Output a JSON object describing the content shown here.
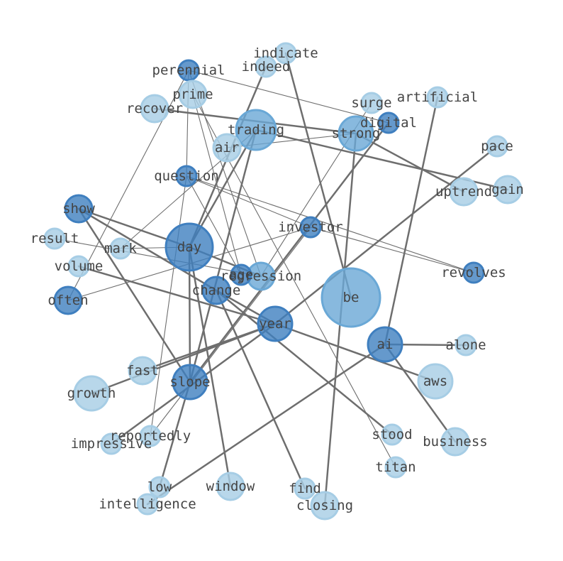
{
  "graph": {
    "colors": {
      "light": "#a6cde5",
      "mid": "#6aa8d6",
      "dark": "#3f7fbf",
      "edge": "#6e6e6e",
      "label": "#444444"
    },
    "nodes": [
      {
        "id": "indicate",
        "label": "indicate",
        "level": "light",
        "weight": 1
      },
      {
        "id": "indeed",
        "label": "indeed",
        "level": "light",
        "weight": 1
      },
      {
        "id": "perennial",
        "label": "perennial",
        "level": "dark",
        "weight": 1
      },
      {
        "id": "prime",
        "label": "prime",
        "level": "light",
        "weight": 2
      },
      {
        "id": "recover",
        "label": "recover",
        "level": "light",
        "weight": 2
      },
      {
        "id": "surge",
        "label": "surge",
        "level": "light",
        "weight": 1
      },
      {
        "id": "artificial",
        "label": "artificial",
        "level": "light",
        "weight": 1
      },
      {
        "id": "digital",
        "label": "digital",
        "level": "dark",
        "weight": 1
      },
      {
        "id": "trading",
        "label": "trading",
        "level": "mid",
        "weight": 4
      },
      {
        "id": "strong",
        "label": "strong",
        "level": "mid",
        "weight": 3
      },
      {
        "id": "air",
        "label": "air",
        "level": "light",
        "weight": 2
      },
      {
        "id": "pace",
        "label": "pace",
        "level": "light",
        "weight": 1
      },
      {
        "id": "question",
        "label": "question",
        "level": "dark",
        "weight": 1
      },
      {
        "id": "uptrend",
        "label": "uptrend",
        "level": "light",
        "weight": 2
      },
      {
        "id": "gain",
        "label": "gain",
        "level": "light",
        "weight": 2
      },
      {
        "id": "show",
        "label": "show",
        "level": "dark",
        "weight": 2
      },
      {
        "id": "investor",
        "label": "investor",
        "level": "dark",
        "weight": 1
      },
      {
        "id": "result",
        "label": "result",
        "level": "light",
        "weight": 1
      },
      {
        "id": "mark",
        "label": "mark",
        "level": "light",
        "weight": 1
      },
      {
        "id": "day",
        "label": "day",
        "level": "dark",
        "weight": 6
      },
      {
        "id": "regression",
        "label": "regression",
        "level": "mid",
        "weight": 2
      },
      {
        "id": "age",
        "label": "age",
        "level": "dark",
        "weight": 1
      },
      {
        "id": "revolves",
        "label": "revolves",
        "level": "dark",
        "weight": 1
      },
      {
        "id": "volume",
        "label": "volume",
        "level": "light",
        "weight": 1
      },
      {
        "id": "change",
        "label": "change",
        "level": "dark",
        "weight": 2
      },
      {
        "id": "be",
        "label": "be",
        "level": "mid",
        "weight": 7
      },
      {
        "id": "often",
        "label": "often",
        "level": "dark",
        "weight": 2
      },
      {
        "id": "year",
        "label": "year",
        "level": "dark",
        "weight": 3
      },
      {
        "id": "ai",
        "label": "ai",
        "level": "dark",
        "weight": 3
      },
      {
        "id": "alone",
        "label": "alone",
        "level": "light",
        "weight": 1
      },
      {
        "id": "fast",
        "label": "fast",
        "level": "light",
        "weight": 2
      },
      {
        "id": "aws",
        "label": "aws",
        "level": "light",
        "weight": 3
      },
      {
        "id": "growth",
        "label": "growth",
        "level": "light",
        "weight": 3
      },
      {
        "id": "slope",
        "label": "slope",
        "level": "dark",
        "weight": 3
      },
      {
        "id": "reportedly",
        "label": "reportedly",
        "level": "light",
        "weight": 1
      },
      {
        "id": "impressive",
        "label": "impressive",
        "level": "light",
        "weight": 1
      },
      {
        "id": "stood",
        "label": "stood",
        "level": "light",
        "weight": 1
      },
      {
        "id": "business",
        "label": "business",
        "level": "light",
        "weight": 2
      },
      {
        "id": "titan",
        "label": "titan",
        "level": "light",
        "weight": 1
      },
      {
        "id": "low",
        "label": "low",
        "level": "light",
        "weight": 1
      },
      {
        "id": "window",
        "label": "window",
        "level": "light",
        "weight": 2
      },
      {
        "id": "find",
        "label": "find",
        "level": "light",
        "weight": 1
      },
      {
        "id": "intelligence",
        "label": "intelligence",
        "level": "light",
        "weight": 1
      },
      {
        "id": "closing",
        "label": "closing",
        "level": "light",
        "weight": 2
      }
    ],
    "edges": [
      {
        "source": "day",
        "target": "indeed",
        "weight": 2
      },
      {
        "source": "day",
        "target": "trading",
        "weight": 2
      },
      {
        "source": "day",
        "target": "slope",
        "weight": 2
      },
      {
        "source": "day",
        "target": "window",
        "weight": 2
      },
      {
        "source": "day",
        "target": "show",
        "weight": 2
      },
      {
        "source": "day",
        "target": "regression",
        "weight": 2
      },
      {
        "source": "day",
        "target": "mark",
        "weight": 1
      },
      {
        "source": "day",
        "target": "slope",
        "weight": 1
      },
      {
        "source": "year",
        "target": "fast",
        "weight": 2
      },
      {
        "source": "year",
        "target": "growth",
        "weight": 2
      },
      {
        "source": "year",
        "target": "aws",
        "weight": 2
      },
      {
        "source": "year",
        "target": "pace",
        "weight": 2
      },
      {
        "source": "year",
        "target": "change",
        "weight": 2
      },
      {
        "source": "year",
        "target": "impressive",
        "weight": 2
      },
      {
        "source": "year",
        "target": "volume",
        "weight": 2
      },
      {
        "source": "ai",
        "target": "artificial",
        "weight": 2
      },
      {
        "source": "ai",
        "target": "alone",
        "weight": 2
      },
      {
        "source": "ai",
        "target": "business",
        "weight": 2
      },
      {
        "source": "ai",
        "target": "intelligence",
        "weight": 2
      },
      {
        "source": "strong",
        "target": "recover",
        "weight": 2
      },
      {
        "source": "strong",
        "target": "uptrend",
        "weight": 2
      },
      {
        "source": "strong",
        "target": "closing",
        "weight": 2
      },
      {
        "source": "trading",
        "target": "gain",
        "weight": 2
      },
      {
        "source": "trading",
        "target": "slope",
        "weight": 2
      },
      {
        "source": "change",
        "target": "show",
        "weight": 2
      },
      {
        "source": "change",
        "target": "stood",
        "weight": 2
      },
      {
        "source": "change",
        "target": "find",
        "weight": 2
      },
      {
        "source": "slope",
        "target": "show",
        "weight": 2
      },
      {
        "source": "slope",
        "target": "low",
        "weight": 2
      },
      {
        "source": "slope",
        "target": "digital",
        "weight": 2
      },
      {
        "source": "be",
        "target": "indicate",
        "weight": 2
      },
      {
        "source": "perennial",
        "target": "digital",
        "weight": 1
      },
      {
        "source": "perennial",
        "target": "question",
        "weight": 1
      },
      {
        "source": "perennial",
        "target": "often",
        "weight": 1
      },
      {
        "source": "perennial",
        "target": "regression",
        "weight": 1
      },
      {
        "source": "prime",
        "target": "titan",
        "weight": 1
      },
      {
        "source": "prime",
        "target": "age",
        "weight": 1
      },
      {
        "source": "question",
        "target": "revolves",
        "weight": 1
      },
      {
        "source": "question",
        "target": "investor",
        "weight": 1
      },
      {
        "source": "question",
        "target": "age",
        "weight": 1
      },
      {
        "source": "question",
        "target": "reportedly",
        "weight": 1
      },
      {
        "source": "investor",
        "target": "often",
        "weight": 1
      },
      {
        "source": "investor",
        "target": "revolves",
        "weight": 1
      },
      {
        "source": "investor",
        "target": "reportedly",
        "weight": 1
      },
      {
        "source": "surge",
        "target": "regression",
        "weight": 1
      },
      {
        "source": "trading",
        "target": "mark",
        "weight": 1
      },
      {
        "source": "air",
        "target": "strong",
        "weight": 1
      },
      {
        "source": "result",
        "target": "regression",
        "weight": 1
      }
    ]
  }
}
